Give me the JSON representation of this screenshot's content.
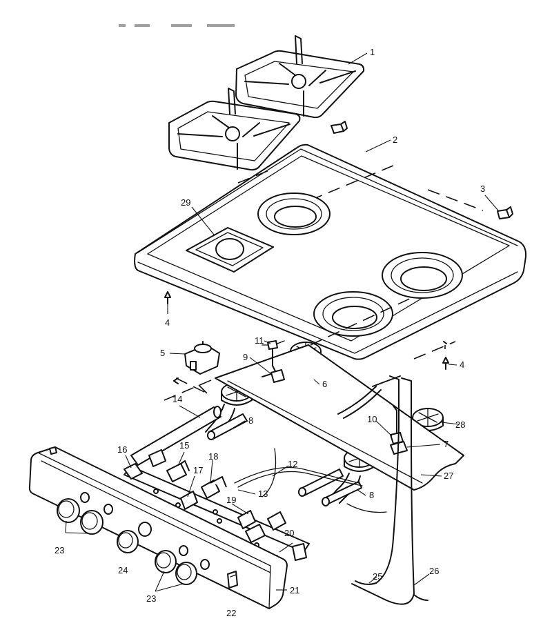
{
  "diagram": {
    "parts": [
      {
        "id": "p1",
        "label": "1"
      },
      {
        "id": "p2",
        "label": "2"
      },
      {
        "id": "p3",
        "label": "3"
      },
      {
        "id": "p4a",
        "label": "4"
      },
      {
        "id": "p4b",
        "label": "4"
      },
      {
        "id": "p5",
        "label": "5"
      },
      {
        "id": "p6",
        "label": "6"
      },
      {
        "id": "p7",
        "label": "7"
      },
      {
        "id": "p8a",
        "label": "8"
      },
      {
        "id": "p8b",
        "label": "8"
      },
      {
        "id": "p9",
        "label": "9"
      },
      {
        "id": "p10",
        "label": "10"
      },
      {
        "id": "p11",
        "label": "11"
      },
      {
        "id": "p12",
        "label": "12"
      },
      {
        "id": "p13",
        "label": "13"
      },
      {
        "id": "p14",
        "label": "14"
      },
      {
        "id": "p15",
        "label": "15"
      },
      {
        "id": "p16",
        "label": "16"
      },
      {
        "id": "p17",
        "label": "17"
      },
      {
        "id": "p18",
        "label": "18"
      },
      {
        "id": "p19",
        "label": "19"
      },
      {
        "id": "p20",
        "label": "20"
      },
      {
        "id": "p21",
        "label": "21"
      },
      {
        "id": "p22",
        "label": "22"
      },
      {
        "id": "p23a",
        "label": "23"
      },
      {
        "id": "p23b",
        "label": "23"
      },
      {
        "id": "p24",
        "label": "24"
      },
      {
        "id": "p25",
        "label": "25"
      },
      {
        "id": "p26",
        "label": "26"
      },
      {
        "id": "p27",
        "label": "27"
      },
      {
        "id": "p28",
        "label": "28"
      },
      {
        "id": "p29",
        "label": "29"
      }
    ]
  }
}
